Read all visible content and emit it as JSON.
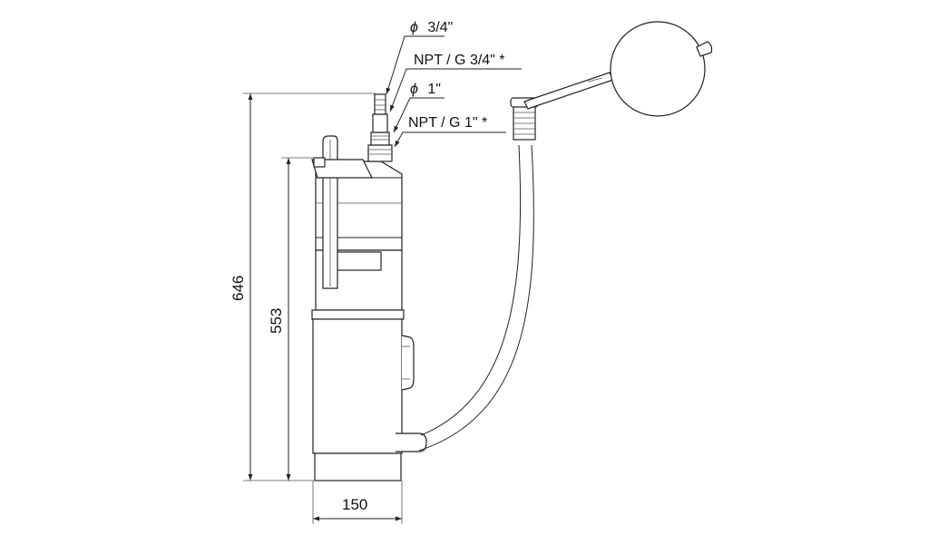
{
  "labels": {
    "outlet_small_diameter": "3/4\"",
    "outlet_small_thread": "NPT / G 3/4\" *",
    "outlet_large_diameter": "1\"",
    "outlet_large_thread": "NPT / G 1\" *",
    "diameter_symbol": "ϕ"
  },
  "dimensions": {
    "overall_height": "646",
    "body_height": "553",
    "width": "150"
  },
  "colors": {
    "line": "#222222",
    "text": "#111111",
    "background": "#ffffff"
  }
}
